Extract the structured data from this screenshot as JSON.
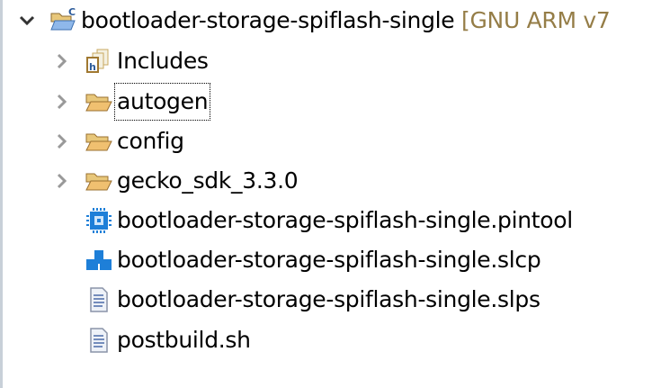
{
  "tree": {
    "root": {
      "label": "bootloader-storage-spiflash-single",
      "decoration": "[GNU ARM v7",
      "expanded": true
    },
    "children": [
      {
        "label": "Includes",
        "icon": "includes-icon",
        "expandable": true
      },
      {
        "label": "autogen",
        "icon": "folder-icon",
        "expandable": true,
        "focused": true
      },
      {
        "label": "config",
        "icon": "folder-icon",
        "expandable": true
      },
      {
        "label": "gecko_sdk_3.3.0",
        "icon": "folder-icon",
        "expandable": true
      },
      {
        "label": "bootloader-storage-spiflash-single.pintool",
        "icon": "pintool-icon",
        "expandable": false
      },
      {
        "label": "bootloader-storage-spiflash-single.slcp",
        "icon": "slcp-icon",
        "expandable": false
      },
      {
        "label": "bootloader-storage-spiflash-single.slps",
        "icon": "file-icon",
        "expandable": false
      },
      {
        "label": "postbuild.sh",
        "icon": "file-icon",
        "expandable": false
      }
    ]
  }
}
